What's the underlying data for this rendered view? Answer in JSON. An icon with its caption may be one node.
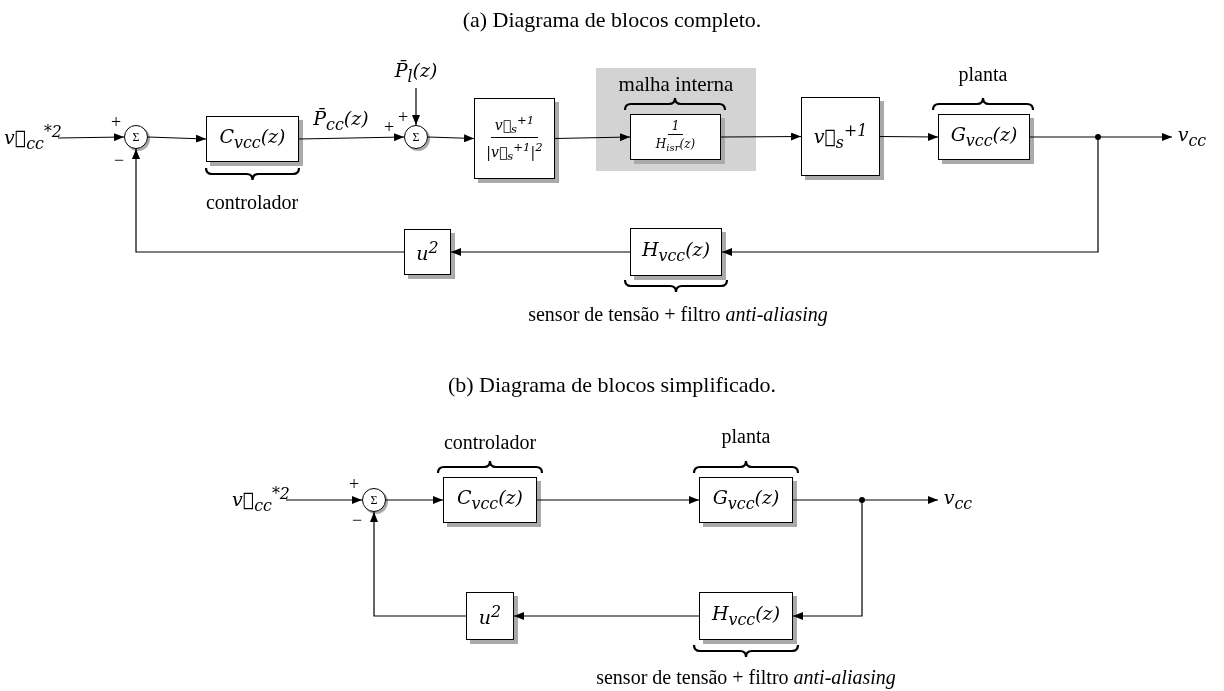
{
  "diagram": {
    "nodes": [
      {
        "text": [
          "v⃗$_{cc}$$^{*2}$"
        ]
      },
      {
        "text": [
          "Σ"
        ],
        "beside": [
          "+",
          "−"
        ]
      },
      {
        "text": [
          "C$_{vcc}$(z)"
        ],
        "beside": [
          "controlador"
        ]
      },
      {
        "text": [
          "Σ"
        ],
        "beside": [
          "+",
          "+"
        ]
      },
      {
        "text": [
          "P̄$_{l}$(z)"
        ]
      },
      {
        "text": [
          "v⃗$_{s}$$^{+1}$",
          "|v⃗$_{s}$$^{+1}$|$^{2}$"
        ]
      },
      {
        "text": [
          "malha interna"
        ]
      },
      {
        "text": [
          "1",
          "H$_{isr}$(z)"
        ],
        "in": 6
      },
      {
        "text": [
          "v⃗$_{s}$$^{+1}$"
        ]
      },
      {
        "text": [
          "G$_{vcc}$(z)"
        ],
        "beside": [
          "planta"
        ]
      },
      {
        "text": [],
        "shape": "circle"
      },
      {
        "text": [
          "v$_{cc}$"
        ]
      },
      {
        "text": [
          "H$_{vcc}$(z)"
        ],
        "beside": [
          "sensor de tensão + filtro *anti-aliasing*"
        ]
      },
      {
        "text": [
          "u$^{2}$"
        ]
      },
      {
        "text": [
          "v⃗$_{cc}$$^{*2}$"
        ]
      },
      {
        "text": [
          "Σ"
        ],
        "beside": [
          "+",
          "−"
        ]
      },
      {
        "text": [
          "C$_{vcc}$(z)"
        ],
        "beside": [
          "controlador"
        ]
      },
      {
        "text": [
          "G$_{vcc}$(z)"
        ],
        "beside": [
          "planta"
        ]
      },
      {
        "text": [],
        "shape": "circle"
      },
      {
        "text": [
          "v$_{cc}$"
        ]
      },
      {
        "text": [
          "H$_{vcc}$(z)"
        ],
        "beside": [
          "sensor de tensão + filtro *anti-aliasing*"
        ]
      },
      {
        "text": [
          "u$^{2}$"
        ]
      }
    ],
    "edges": [
      {
        "from": 0,
        "to": 1,
        "arrow": "to"
      },
      {
        "from": 1,
        "to": 2,
        "arrow": "to"
      },
      {
        "from": 2,
        "to": 3,
        "arrow": "to",
        "label": "P̄$_{cc}$(z)"
      },
      {
        "from": 4,
        "to": 3,
        "arrow": "to"
      },
      {
        "from": 3,
        "to": 5,
        "arrow": "to"
      },
      {
        "from": 5,
        "to": 7,
        "arrow": "to"
      },
      {
        "from": 7,
        "to": 8,
        "arrow": "to"
      },
      {
        "from": 8,
        "to": 9,
        "arrow": "to"
      },
      {
        "from": 9,
        "to": 10,
        "arrow": "none"
      },
      {
        "from": 10,
        "to": 11,
        "arrow": "to"
      },
      {
        "from": 10,
        "to": 12,
        "arrow": "to"
      },
      {
        "from": 12,
        "to": 13,
        "arrow": "to"
      },
      {
        "from": 13,
        "to": 1,
        "arrow": "to"
      },
      {
        "from": 14,
        "to": 15,
        "arrow": "to"
      },
      {
        "from": 15,
        "to": 16,
        "arrow": "to"
      },
      {
        "from": 16,
        "to": 17,
        "arrow": "to"
      },
      {
        "from": 17,
        "to": 18,
        "arrow": "none"
      },
      {
        "from": 18,
        "to": 19,
        "arrow": "to"
      },
      {
        "from": 18,
        "to": 20,
        "arrow": "to"
      },
      {
        "from": 20,
        "to": 21,
        "arrow": "to"
      },
      {
        "from": 21,
        "to": 15,
        "arrow": "to"
      }
    ],
    "labels": [
      "(a) Diagrama de blocos completo.",
      "(b) Diagrama de blocos simplificado."
    ]
  }
}
